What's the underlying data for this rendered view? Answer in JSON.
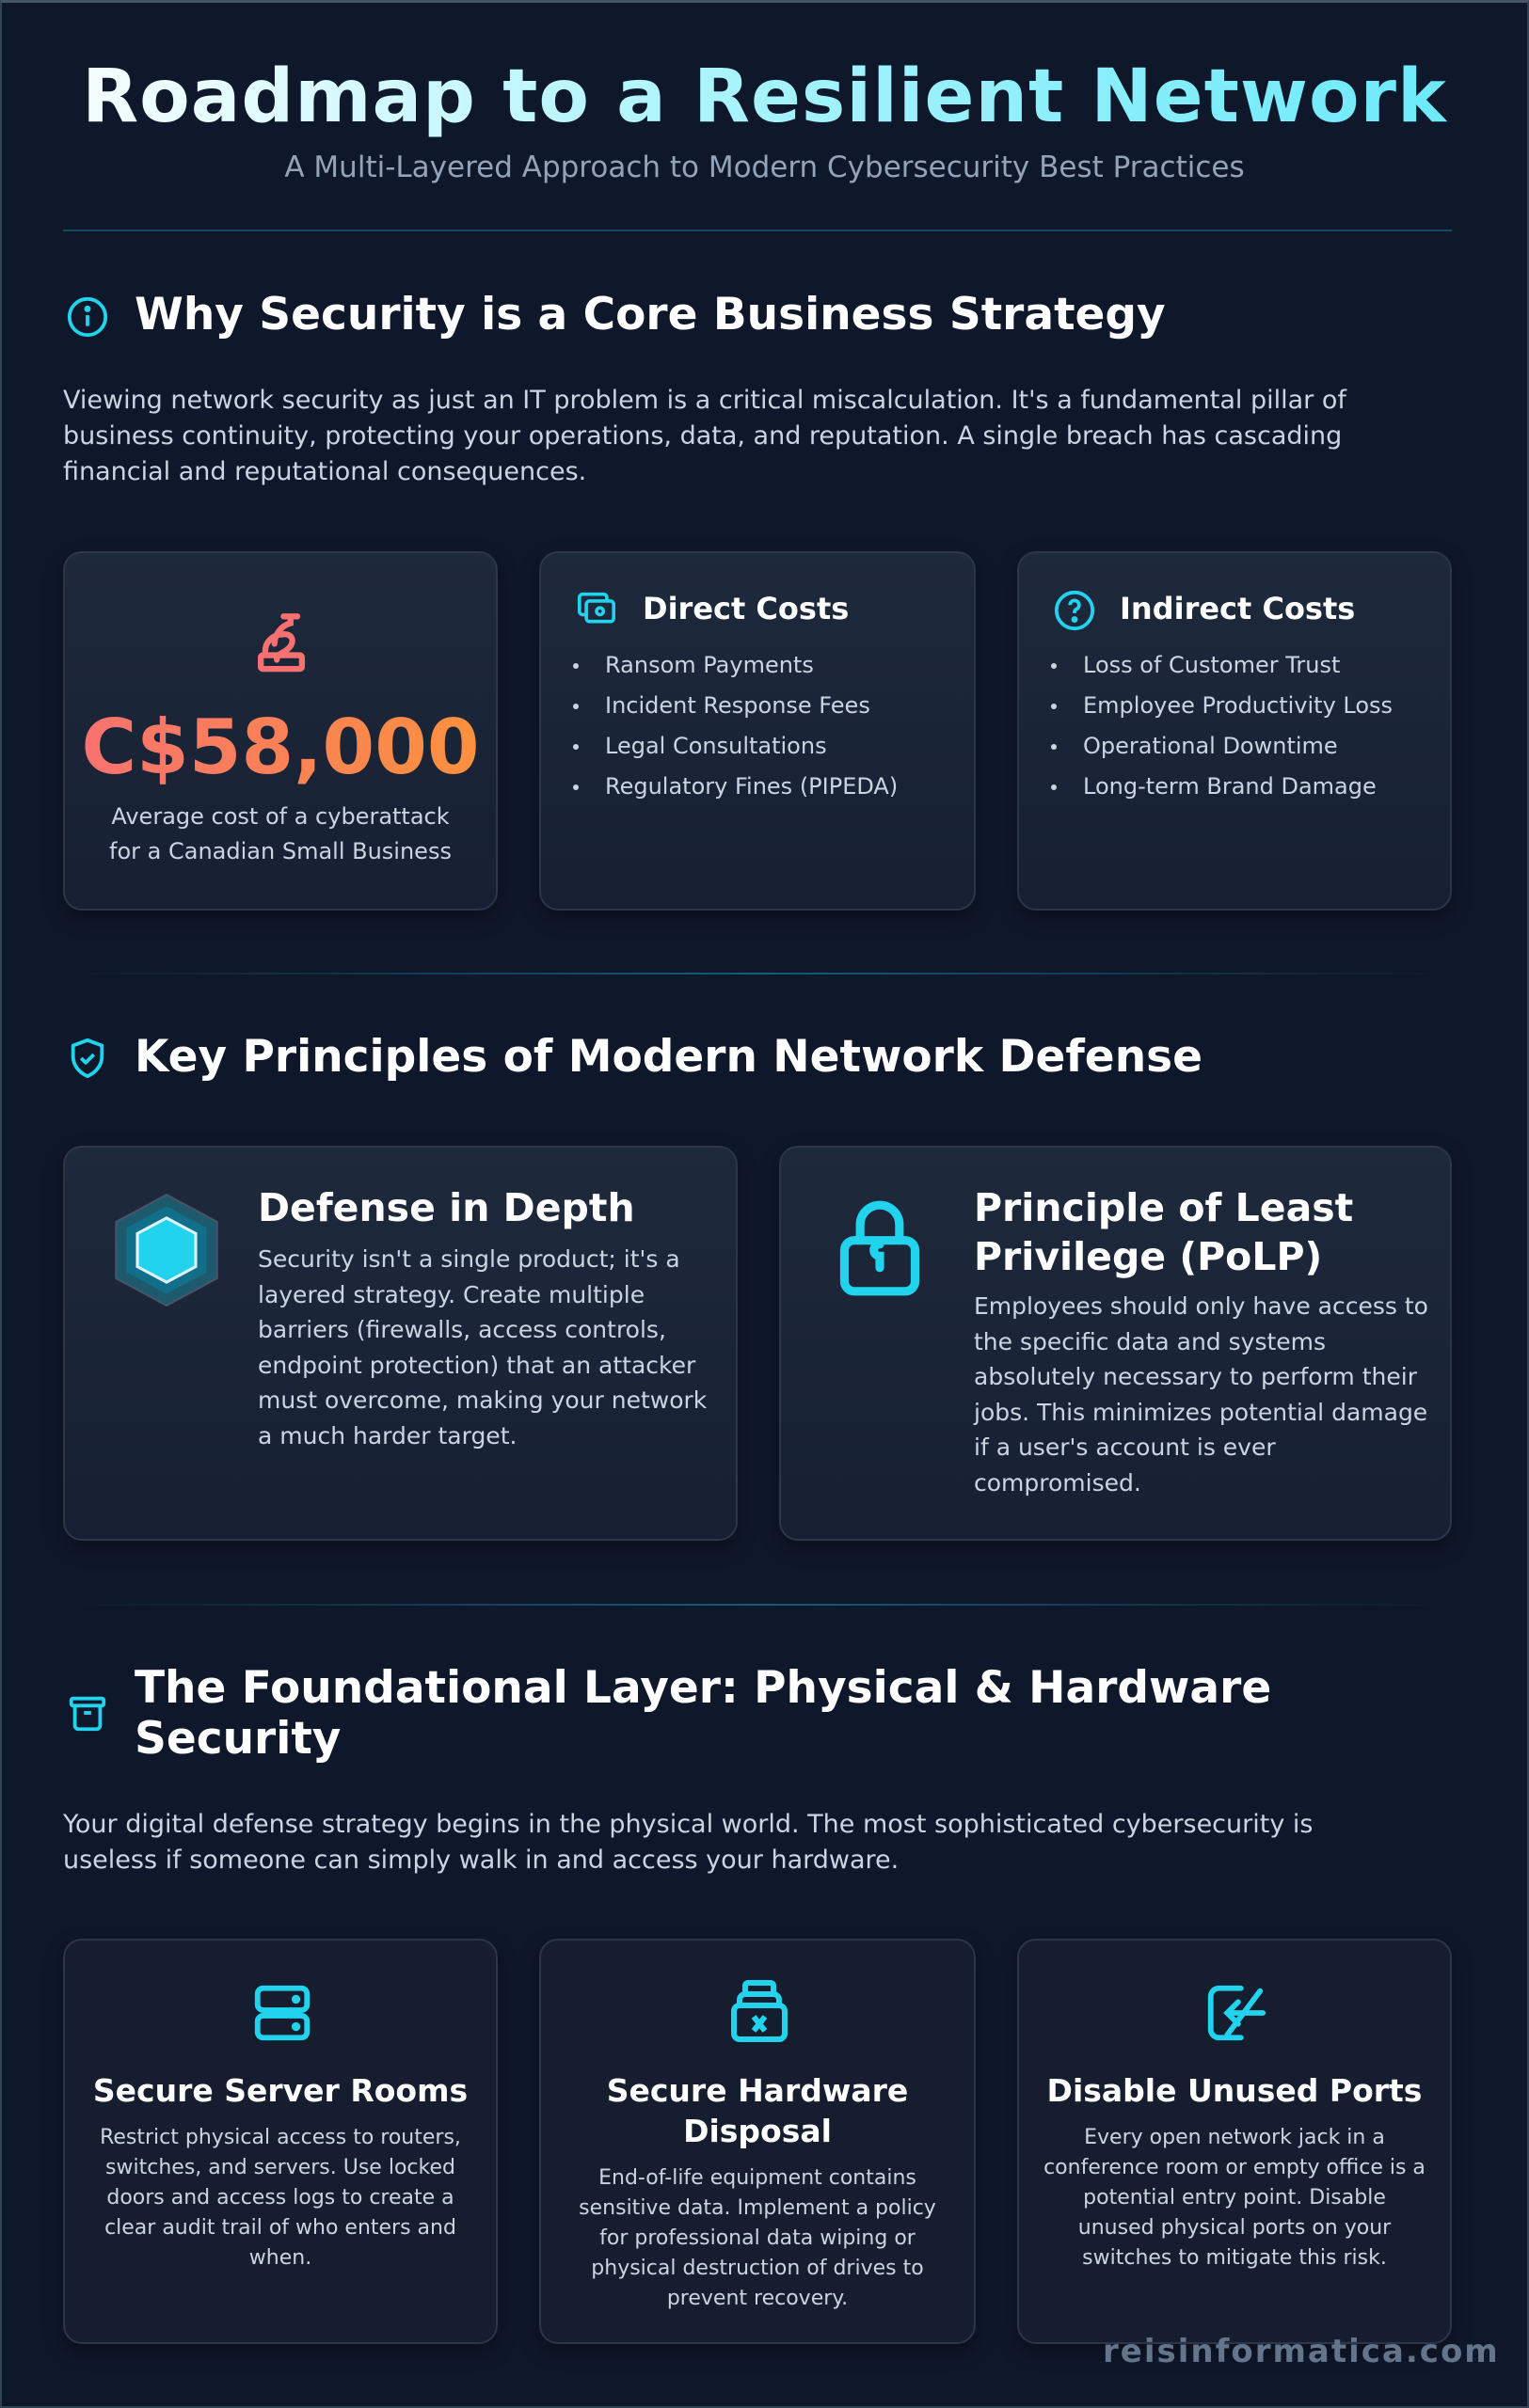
{
  "header": {
    "title": "Roadmap to a Resilient Network",
    "subtitle": "A Multi-Layered Approach to Modern Cybersecurity Best Practices"
  },
  "colors": {
    "background": "#0f172a",
    "accent": "#22d3ee",
    "cost_gradient": [
      "#f87171",
      "#fb923c"
    ]
  },
  "why": {
    "icon": "info-circle-icon",
    "heading": "Why Security is a Core Business Strategy",
    "paragraph": "Viewing network security as just an IT problem is a critical miscalculation. It's a fundamental pillar of business continuity, protecting your operations, data, and reputation. A single breach has cascading financial and reputational consequences.",
    "stat": {
      "icon": "money-bag-icon",
      "value": "C$58,000",
      "caption": "Average cost of a cyberattack for a Canadian Small Business"
    },
    "direct": {
      "icon": "cash-icon",
      "title": "Direct Costs",
      "items": [
        "Ransom Payments",
        "Incident Response Fees",
        "Legal Consultations",
        "Regulatory Fines (PIPEDA)"
      ]
    },
    "indirect": {
      "icon": "question-circle-icon",
      "title": "Indirect Costs",
      "items": [
        "Loss of Customer Trust",
        "Employee Productivity Loss",
        "Operational Downtime",
        "Long-term Brand Damage"
      ]
    }
  },
  "principles": {
    "icon": "shield-check-icon",
    "heading": "Key Principles of Modern Network Defense",
    "cards": [
      {
        "icon": "layered-hexagon-icon",
        "title": "Defense in Depth",
        "text": "Security isn't a single product; it's a layered strategy. Create multiple barriers (firewalls, access controls, endpoint protection) that an attacker must overcome, making your network a much harder target."
      },
      {
        "icon": "lock-icon",
        "title": "Principle of Least Privilege (PoLP)",
        "text": "Employees should only have access to the specific data and systems absolutely necessary to perform their jobs. This minimizes potential damage if a user's account is ever compromised."
      }
    ]
  },
  "foundation": {
    "icon": "archive-box-icon",
    "heading": "The Foundational Layer: Physical & Hardware Security",
    "paragraph": "Your digital defense strategy begins in the physical world. The most sophisticated cybersecurity is useless if someone can simply walk in and access your hardware.",
    "cards": [
      {
        "icon": "server-icon",
        "title": "Secure Server Rooms",
        "text": "Restrict physical access to routers, switches, and servers. Use locked doors and access logs to create a clear audit trail of who enters and when."
      },
      {
        "icon": "drive-disposal-icon",
        "title": "Secure Hardware Disposal",
        "text": "End-of-life equipment contains sensitive data. Implement a policy for professional data wiping or physical destruction of drives to prevent recovery."
      },
      {
        "icon": "port-disabled-icon",
        "title": "Disable Unused Ports",
        "text": "Every open network jack in a conference room or empty office is a potential entry point. Disable unused physical ports on your switches to mitigate this risk."
      }
    ]
  },
  "footer": {
    "watermark": "reisinformatica.com"
  }
}
